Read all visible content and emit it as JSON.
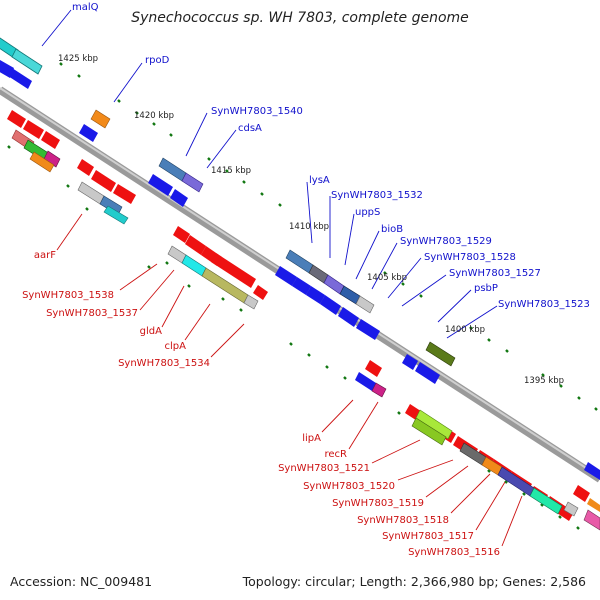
{
  "title": "Synechococcus sp. WH 7803, complete genome",
  "footer": {
    "accession": "Accession: NC_009481",
    "topology": "Topology: circular; Length: 2,366,980 bp; Genes: 2,586"
  },
  "colors": {
    "backbone": "#888888",
    "forward_gene": "#ee1111",
    "reverse_gene": "#1111ee",
    "forward_label": "#cc1111",
    "reverse_label": "#1111cc",
    "tick": "#117711"
  },
  "scale_labels": [
    "1425 kbp",
    "1420 kbp",
    "1415 kbp",
    "1410 kbp",
    "1405 kbp",
    "1400 kbp",
    "1395 kbp"
  ],
  "top_labels": [
    "malQ",
    "rpoD",
    "SynWH7803_1540",
    "cdsA",
    "lysA",
    "SynWH7803_1532",
    "uppS",
    "bioB",
    "SynWH7803_1529",
    "SynWH7803_1528",
    "SynWH7803_1527",
    "psbP",
    "SynWH7803_1523"
  ],
  "bottom_labels": [
    "aarF",
    "SynWH7803_1538",
    "SynWH7803_1537",
    "gldA",
    "clpA",
    "SynWH7803_1534",
    "lipA",
    "recR",
    "SynWH7803_1521",
    "SynWH7803_1520",
    "SynWH7803_1519",
    "SynWH7803_1518",
    "SynWH7803_1517",
    "SynWH7803_1516"
  ]
}
